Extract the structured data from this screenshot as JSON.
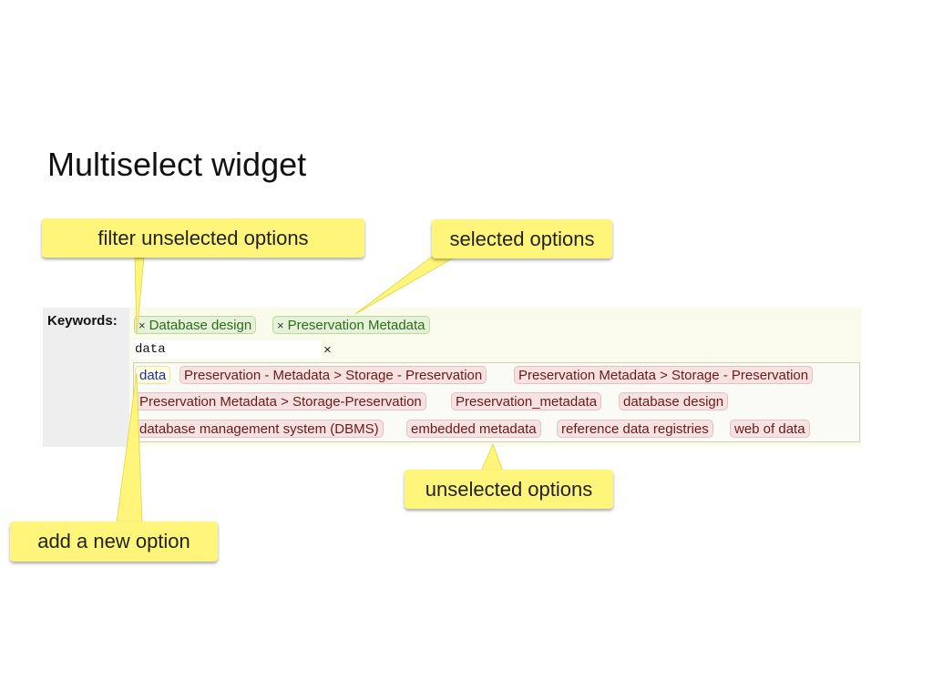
{
  "title": "Multiselect widget",
  "callouts": {
    "filter": "filter unselected options",
    "selected": "selected options",
    "unselected": "unselected options",
    "add": "add a new option"
  },
  "widget": {
    "label": "Keywords:",
    "selected_options": [
      "Database design",
      "Preservation Metadata"
    ],
    "remove_glyph": "×",
    "filter_value": "data",
    "clear_glyph": "×",
    "filter_match": "data",
    "unselected_options": [
      "Preservation - Metadata > Storage - Preservation",
      "Preservation Metadata > Storage - Preservation",
      "Preservation Metadata > Storage-Preservation",
      "Preservation_metadata",
      "database design",
      "database management system (DBMS)",
      "embedded metadata",
      "reference data registries",
      "web of data"
    ]
  },
  "colors": {
    "callout_fill": "#fff57a",
    "selected_chip": "#e6f2d8",
    "unselected_chip": "#f7e2e2",
    "filter_chip": "#fffde2"
  }
}
